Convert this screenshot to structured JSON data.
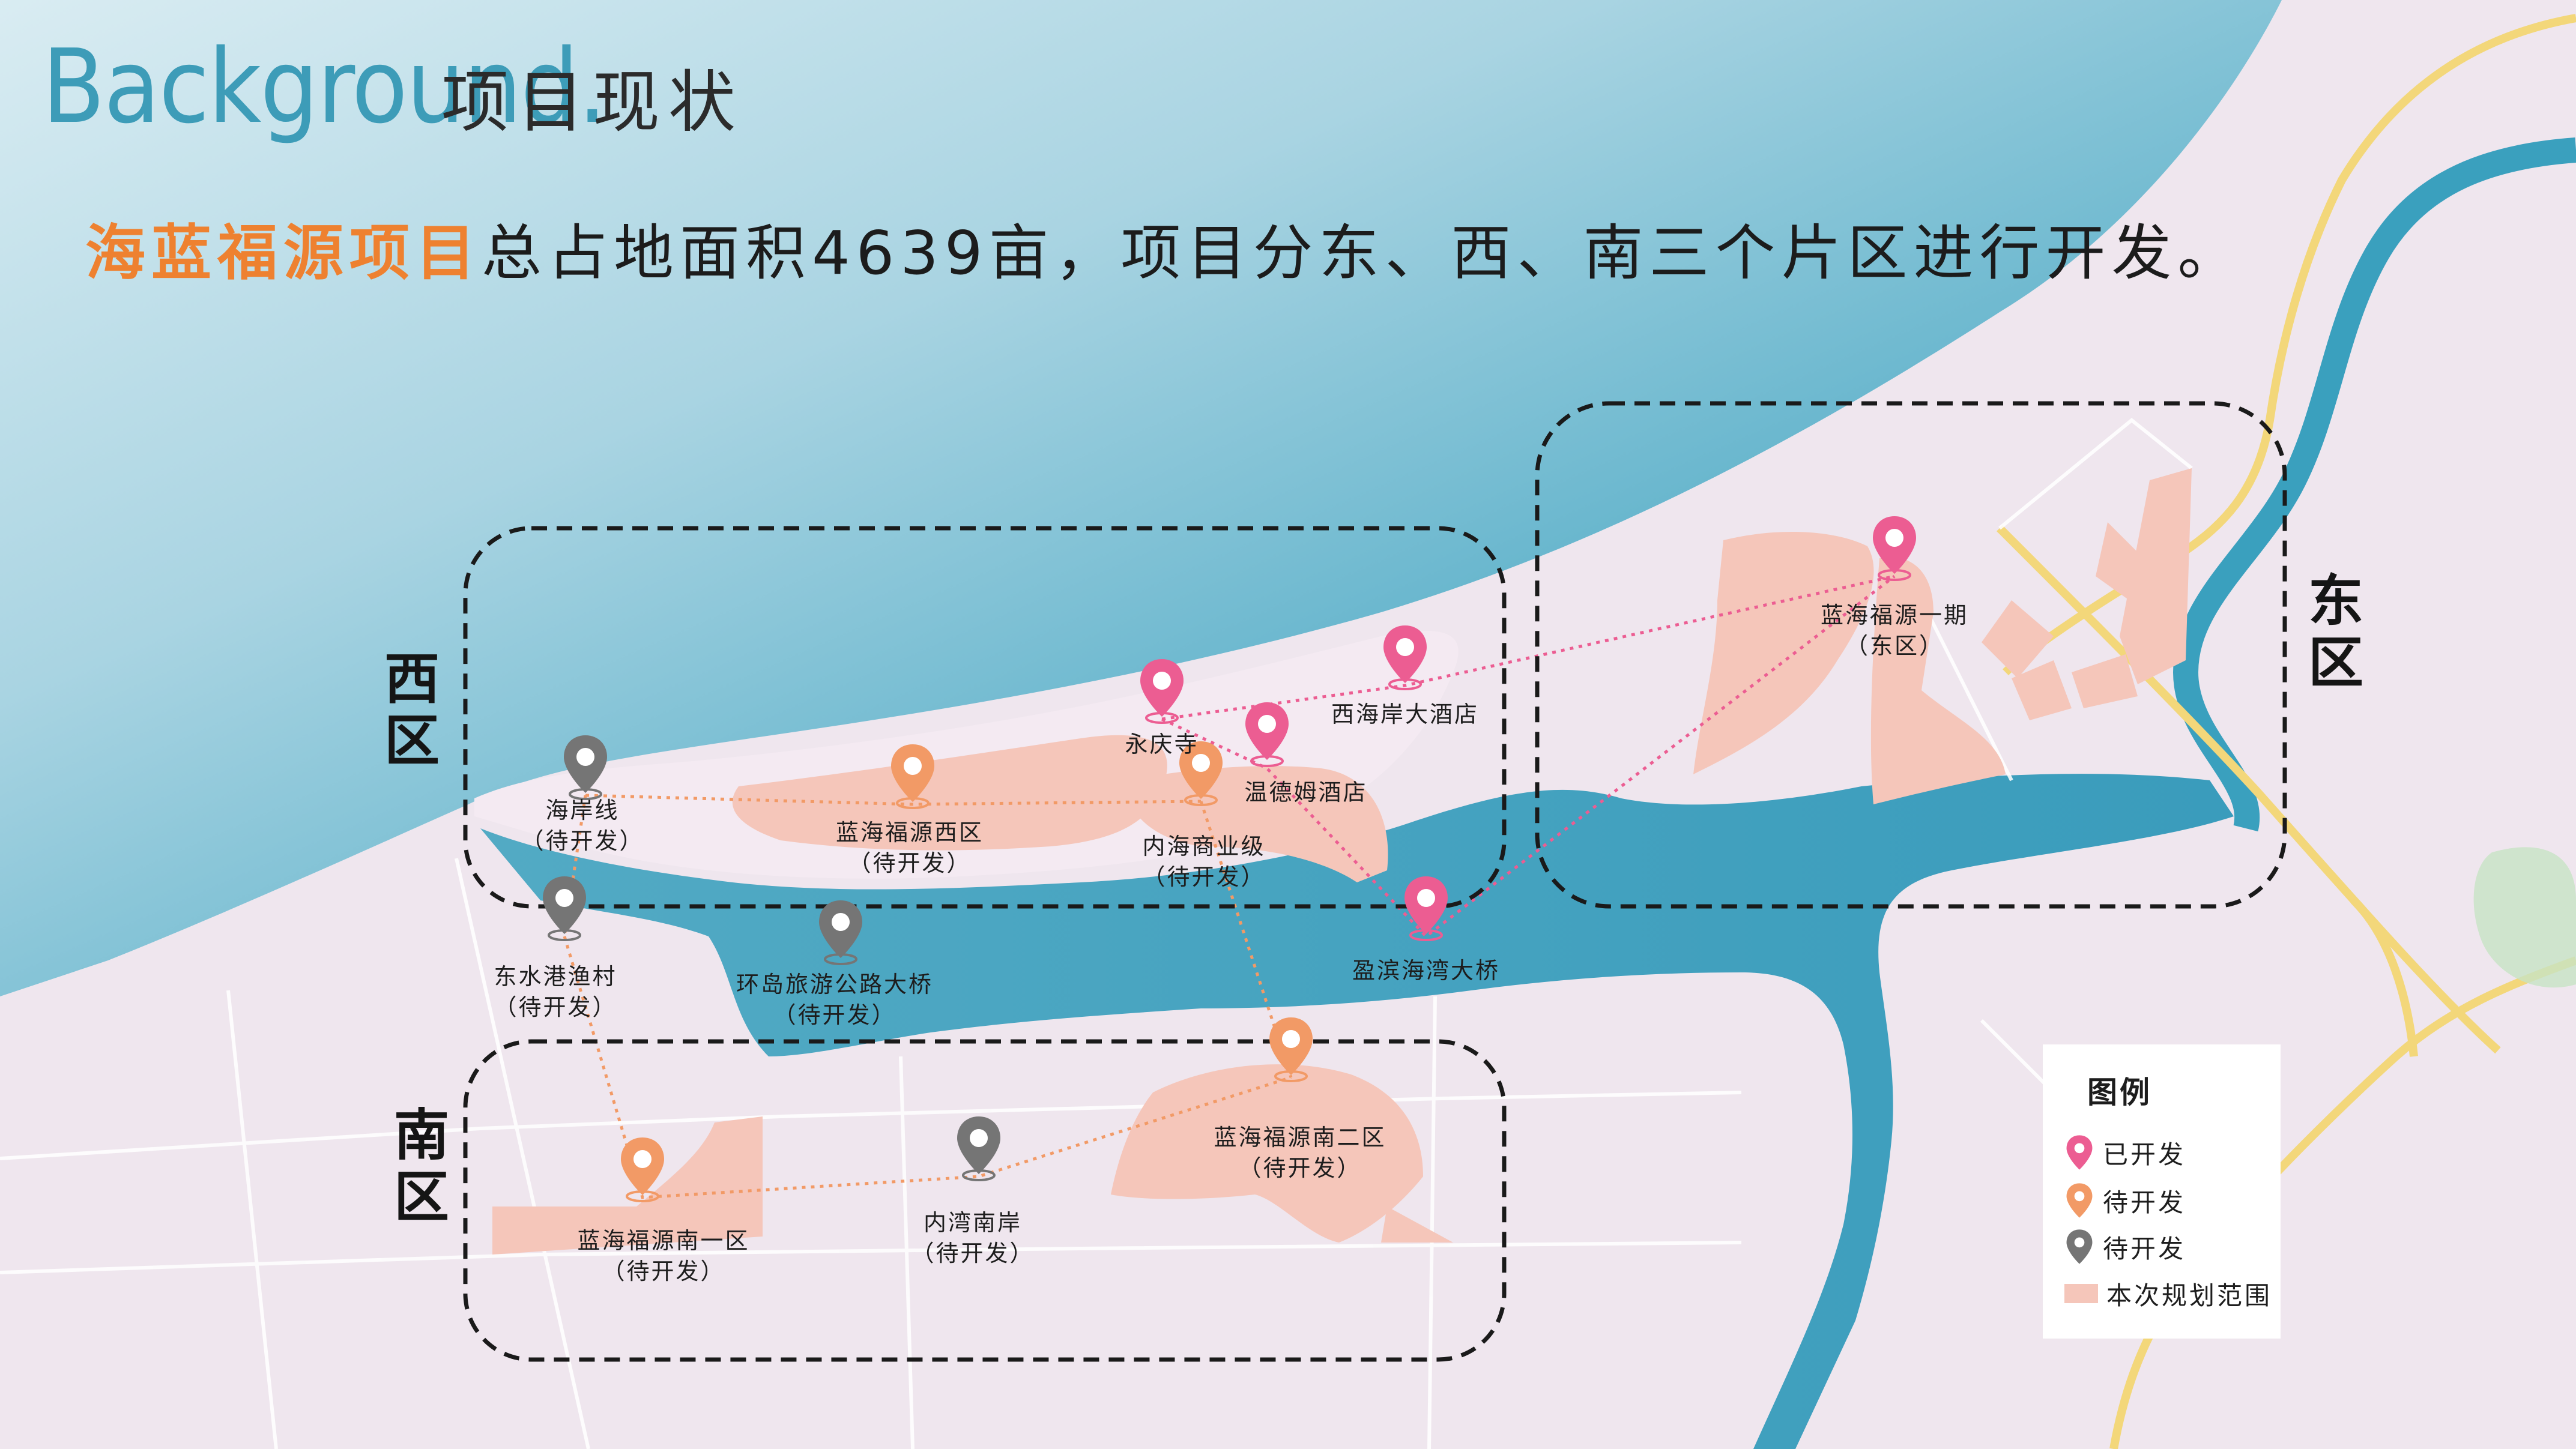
{
  "header": {
    "title_en": "Background.",
    "title_cn": "项目现状",
    "summary_highlight": "海蓝福源项目",
    "summary_rest": "总占地面积4639亩，项目分东、西、南三个片区进行开发。"
  },
  "zones": {
    "west": "西区",
    "east": "东区",
    "south": "南区"
  },
  "places": [
    {
      "id": "yongqing",
      "line1": "永庆寺",
      "line2": "",
      "status": "developed"
    },
    {
      "id": "xihaian",
      "line1": "西海岸大酒店",
      "line2": "",
      "status": "developed"
    },
    {
      "id": "wyndham",
      "line1": "温德姆酒店",
      "line2": "",
      "status": "developed"
    },
    {
      "id": "east_phase1",
      "line1": "蓝海福源一期",
      "line2": "（东区）",
      "status": "developed"
    },
    {
      "id": "yingbin_bridge",
      "line1": "盈滨海湾大桥",
      "line2": "",
      "status": "developed"
    },
    {
      "id": "west_district",
      "line1": "蓝海福源西区",
      "line2": "（待开发）",
      "status": "pending"
    },
    {
      "id": "inner_commercial",
      "line1": "内海商业级",
      "line2": "（待开发）",
      "status": "pending"
    },
    {
      "id": "south_two",
      "line1": "蓝海福源南二区",
      "line2": "（待开发）",
      "status": "pending"
    },
    {
      "id": "south_one",
      "line1": "蓝海福源南一区",
      "line2": "（待开发）",
      "status": "pending"
    },
    {
      "id": "coastline",
      "line1": "海岸线",
      "line2": "（待开发）",
      "status": "pending_other"
    },
    {
      "id": "dongshui_village",
      "line1": "东水港渔村",
      "line2": "（待开发）",
      "status": "pending_other"
    },
    {
      "id": "island_bridge",
      "line1": "环岛旅游公路大桥",
      "line2": "（待开发）",
      "status": "pending_other"
    },
    {
      "id": "inner_bay_south",
      "line1": "内湾南岸",
      "line2": "（待开发）",
      "status": "pending_other"
    }
  ],
  "legend": {
    "title": "图例",
    "developed": "已开发",
    "pending": "待开发",
    "pending_other": "待开发",
    "plan_area": "本次规划范围"
  },
  "colors": {
    "developed": "#ec5d92",
    "pending": "#f29a66",
    "pending_other": "#757575",
    "plan_area": "#f5c6ba",
    "sea": "#4aa5c2",
    "land": "#efe6ee",
    "road": "#f3d77a",
    "title_en": "#3d9cb8",
    "highlight": "#ee8130"
  }
}
